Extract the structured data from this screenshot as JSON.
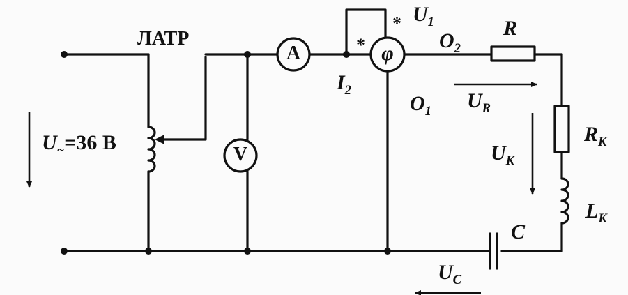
{
  "diagram": {
    "autotransformer_label": "ЛАТР",
    "source_voltage": {
      "symbol": "U",
      "subscript": "~",
      "value": "=36 В"
    },
    "ammeter_symbol": "A",
    "voltmeter_symbol": "V",
    "phasemeter_symbol": "φ",
    "star_marks": [
      "*",
      "*"
    ],
    "labels": {
      "U1": {
        "main": "U",
        "sub": "1"
      },
      "O2": {
        "main": "O",
        "sub": "2"
      },
      "O1": {
        "main": "O",
        "sub": "1"
      },
      "I2": {
        "main": "I",
        "sub": "2"
      },
      "R": {
        "main": "R"
      },
      "UR": {
        "main": "U",
        "sub": "R"
      },
      "RK": {
        "main": "R",
        "sub": "K"
      },
      "UK": {
        "main": "U",
        "sub": "K"
      },
      "LK": {
        "main": "L",
        "sub": "K"
      },
      "C": {
        "main": "C"
      },
      "UC": {
        "main": "U",
        "sub": "C"
      }
    }
  }
}
